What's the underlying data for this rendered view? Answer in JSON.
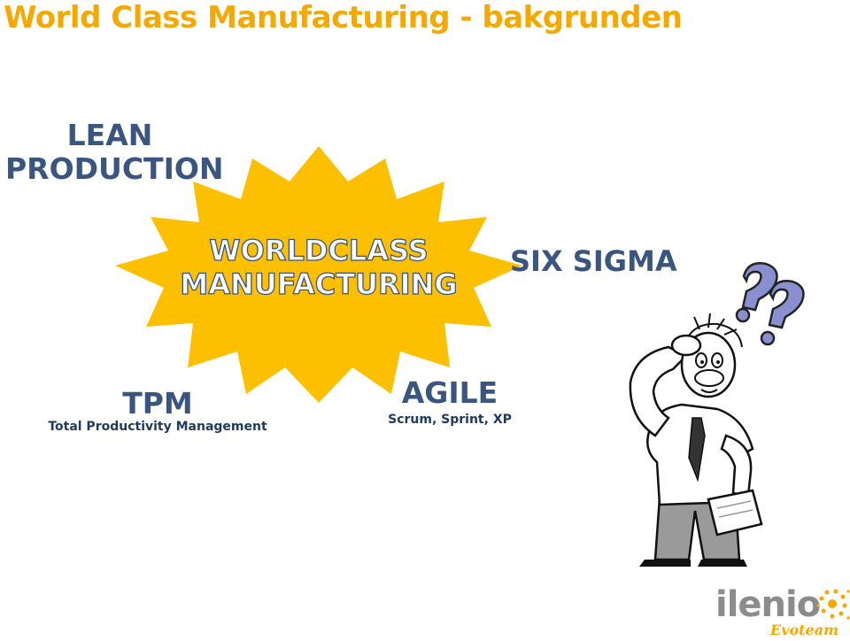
{
  "title": "World Class Manufacturing - bakgrunden",
  "center": {
    "line1": "WORLDCLASS",
    "line2": "MANUFACTURING"
  },
  "lean": {
    "line1": "LEAN",
    "line2": "PRODUCTION"
  },
  "six_sigma": "SIX SIGMA",
  "tpm": {
    "label": "TPM",
    "sub": "Total Productivity Management"
  },
  "agile": {
    "label": "AGILE",
    "sub": "Scrum, Sprint, XP"
  },
  "logo": {
    "word": "ilenio",
    "sub": "Evoteam"
  },
  "colors": {
    "title": "#F5A800",
    "label": "#3A5680",
    "starburst": "#FCC000"
  },
  "icons": {
    "cartoon": "confused-man-illustration",
    "logo": "ilenio-logo"
  }
}
